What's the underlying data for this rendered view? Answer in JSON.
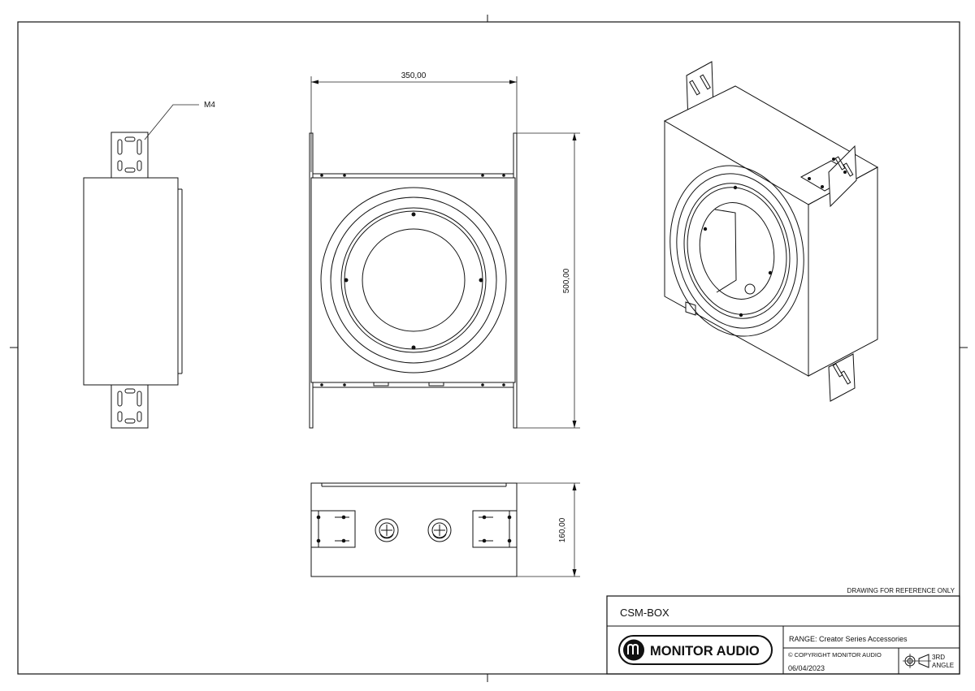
{
  "annotations": {
    "thread_label": "M4"
  },
  "dimensions": {
    "width": "350,00",
    "height": "500,00",
    "depth": "160,00"
  },
  "title_block": {
    "reference_note": "DRAWING FOR REFERENCE ONLY",
    "part_name": "CSM-BOX",
    "brand": "MONITOR AUDIO",
    "range": "RANGE: Creator Series Accessories",
    "copyright": "© COPYRIGHT MONITOR AUDIO",
    "date": "06/04/2023",
    "projection_line1": "3RD",
    "projection_line2": "ANGLE"
  },
  "colors": {
    "line": "#111111",
    "background": "#ffffff"
  }
}
